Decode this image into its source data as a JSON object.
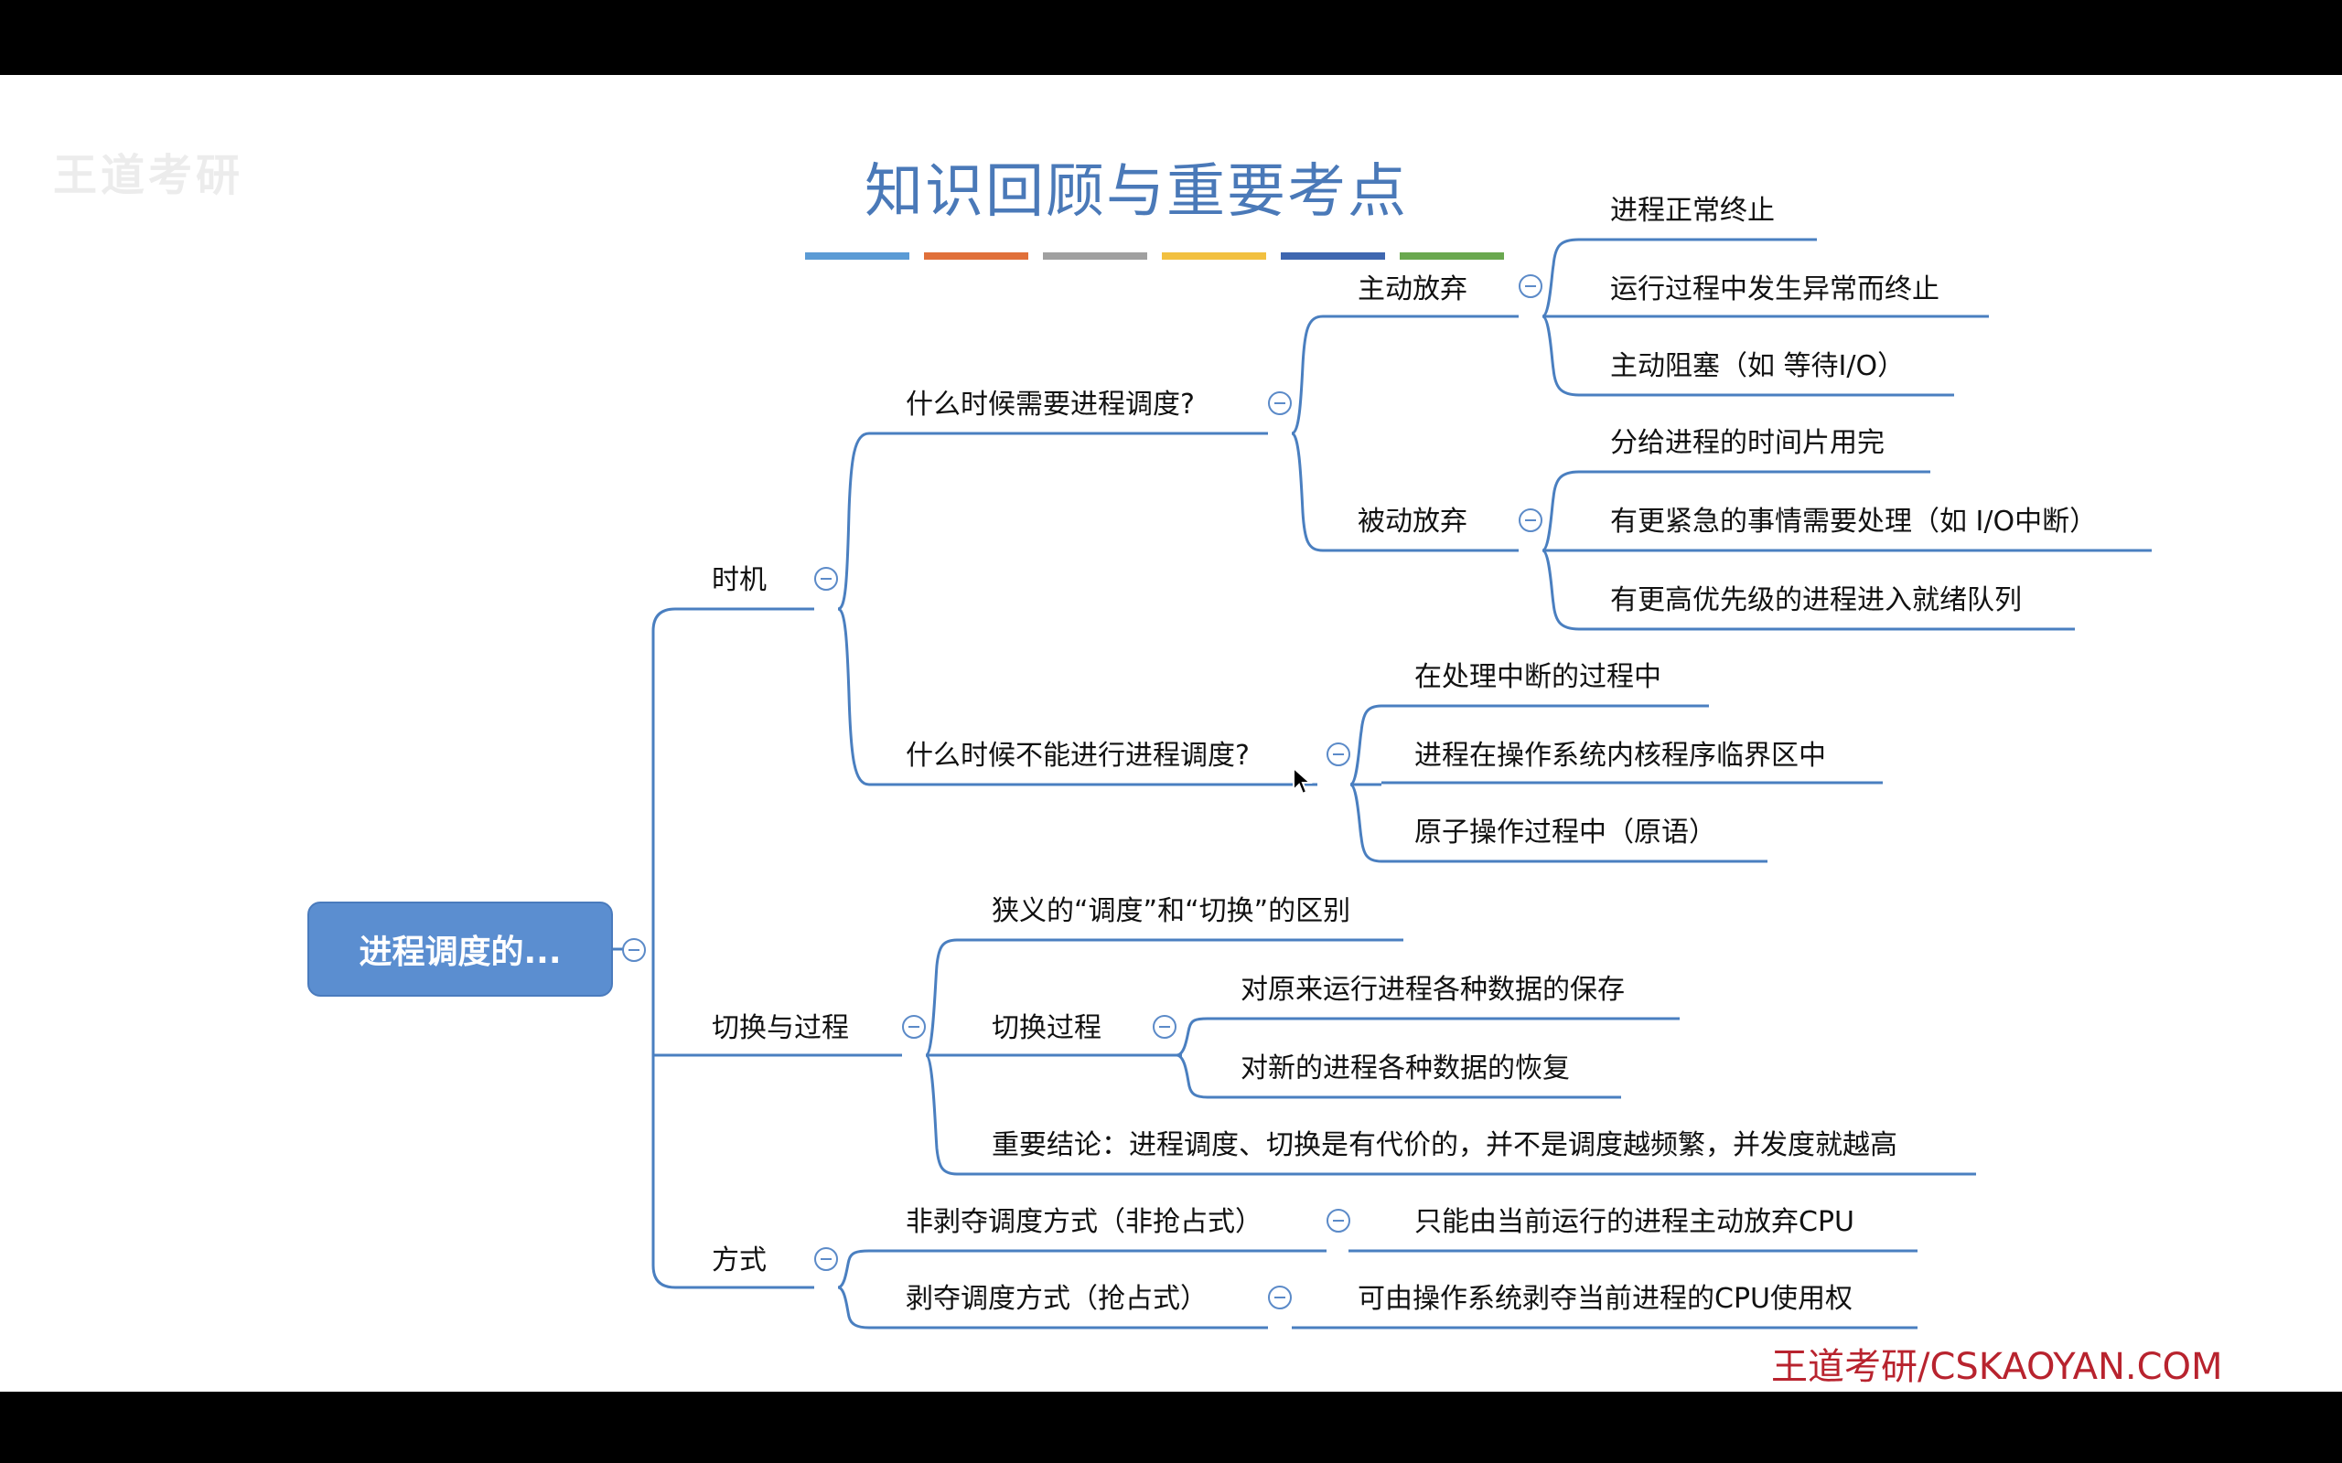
{
  "watermark": "王道考研",
  "title": "知识回顾与重要考点",
  "accent_colors": [
    "#5b9bd5",
    "#e0703a",
    "#a0a0a0",
    "#f2c040",
    "#3f67b0",
    "#6aa84f"
  ],
  "line_color": "#4a7fc0",
  "root": "进程调度的...",
  "branches": {
    "timing": {
      "label": "时机",
      "when_needed": {
        "label": "什么时候需要进程调度?",
        "voluntary": {
          "label": "主动放弃",
          "items": [
            "进程正常终止",
            "运行过程中发生异常而终止",
            "主动阻塞（如 等待I/O）"
          ]
        },
        "passive": {
          "label": "被动放弃",
          "items": [
            "分给进程的时间片用完",
            "有更紧急的事情需要处理（如 I/O中断）",
            "有更高优先级的进程进入就绪队列"
          ]
        }
      },
      "when_not": {
        "label": "什么时候不能进行进程调度?",
        "items": [
          "在处理中断的过程中",
          "进程在操作系统内核程序临界区中",
          "原子操作过程中（原语）"
        ]
      }
    },
    "switch": {
      "label": "切换与过程",
      "difference": "狭义的“调度”和“切换”的区别",
      "process": {
        "label": "切换过程",
        "items": [
          "对原来运行进程各种数据的保存",
          "对新的进程各种数据的恢复"
        ]
      },
      "conclusion": "重要结论：进程调度、切换是有代价的，并不是调度越频繁，并发度就越高"
    },
    "method": {
      "label": "方式",
      "non_preemptive": {
        "label": "非剥夺调度方式（非抢占式）",
        "desc": "只能由当前运行的进程主动放弃CPU"
      },
      "preemptive": {
        "label": "剥夺调度方式（抢占式）",
        "desc": "可由操作系统剥夺当前进程的CPU使用权"
      }
    }
  },
  "credit": "王道考研/CSKAOYAN.COM"
}
